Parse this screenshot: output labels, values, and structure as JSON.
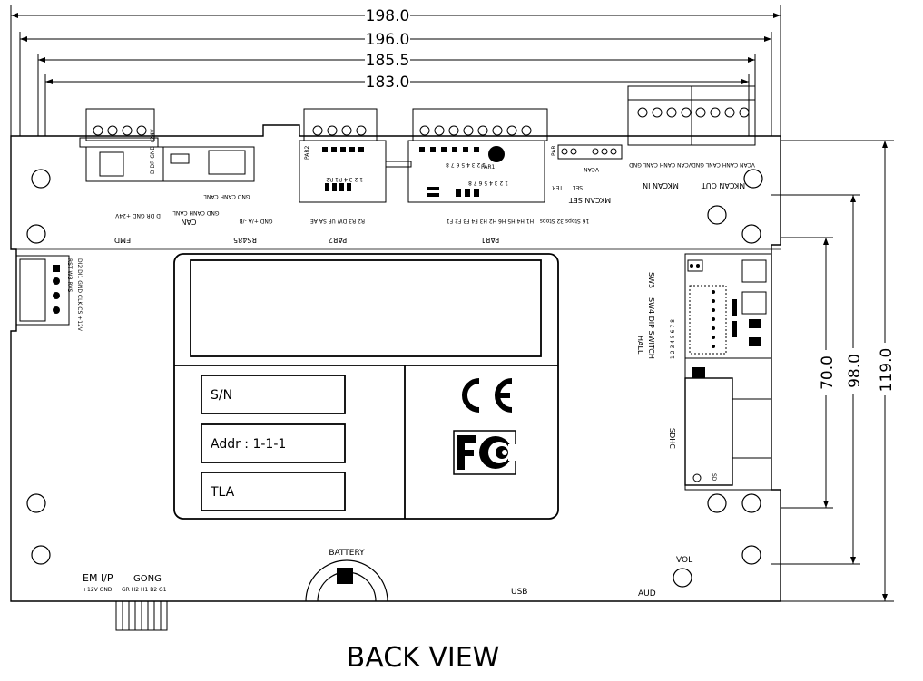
{
  "dimensions": {
    "top": [
      "198.0",
      "196.0",
      "185.5",
      "183.0"
    ],
    "right": [
      "70.0",
      "98.0",
      "119.0"
    ]
  },
  "connectors": {
    "emd": {
      "title": "EMD",
      "pins": "D DR GND +24V"
    },
    "can": {
      "title": "CAN",
      "pins": "GND CANH CANL"
    },
    "rs485": {
      "title": "RS485",
      "pins": "GND +/A -/B"
    },
    "par2": {
      "title": "PAR2",
      "pins": "R2 R3 DW UP SA AE",
      "tab": "PAR2",
      "sub": "1 2 3 4 R1 R2"
    },
    "par1": {
      "title": "PAR1",
      "pins": "H1 H4 H5 H6 H2 H3 F4 F3 F2 F1",
      "tab": "PAR1",
      "sub": "1 2 3 4 5 6 7 8",
      "note": "16 Stops 32 Stops",
      "tab2": "PAR"
    },
    "mkcan_in": {
      "title": "MKCAN IN",
      "pins": "VCAN CANH CANL GND"
    },
    "mkcan_out": {
      "title": "MKCAN OUT",
      "pins": "VCAN CANH CANL GND"
    },
    "mkcan_set": {
      "title": "MKCAN SET",
      "sel": "SEL",
      "ter": "TER",
      "vcan": "VCAN"
    }
  },
  "left_header": {
    "pins": "DI2 DI1 GND CLK CS +12V",
    "sub": "RST WB RVS"
  },
  "sw3": "SW3",
  "sw4": {
    "title": "SW4 DIP SWITCH",
    "sub": "HALL",
    "nums": "1 2 3 4 5 6 7 8"
  },
  "sdhc": {
    "label": "SDHC",
    "sd": "SD"
  },
  "label_fields": {
    "sn": "S/N",
    "addr": "Addr : 1-1-1",
    "tla": "TLA"
  },
  "battery": "BATTERY",
  "em_ip": {
    "title": "EM I/P",
    "pins": "+12V GND"
  },
  "gong": {
    "title": "GONG",
    "pins": "GR H2 H1 B2 G1"
  },
  "usb": "USB",
  "aud": "AUD",
  "vol": "VOL",
  "caption": "BACK VIEW"
}
